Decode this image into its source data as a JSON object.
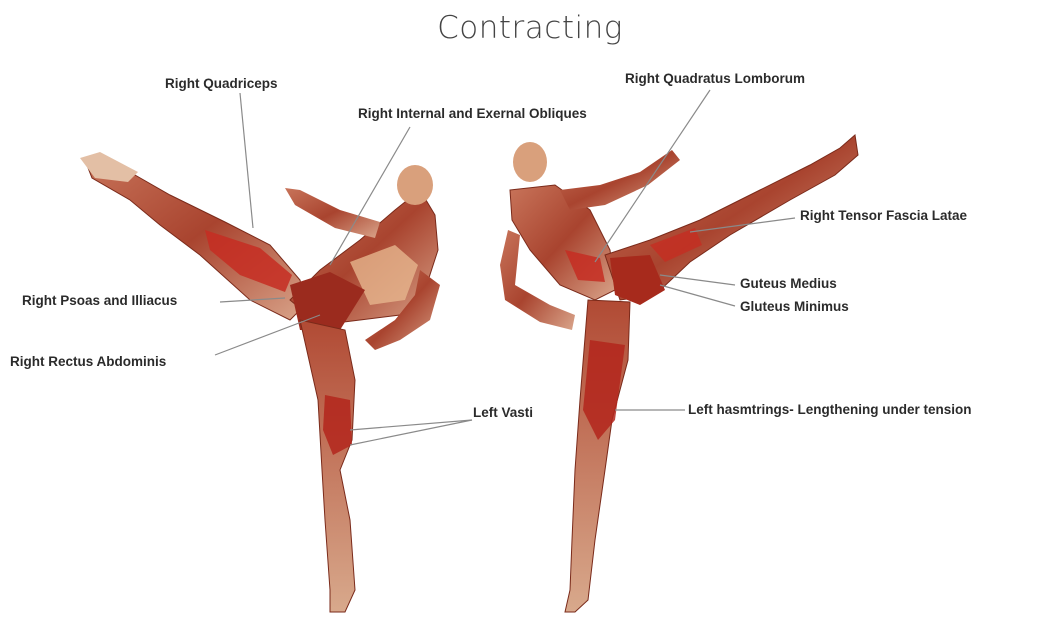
{
  "title": "Contracting",
  "labels": {
    "right_quadriceps": "Right Quadriceps",
    "right_obliques": "Right Internal and Exernal Obliques",
    "right_psoas": "Right Psoas and Illiacus",
    "right_rectus": "Right Rectus Abdominis",
    "left_vasti": "Left Vasti",
    "right_quadratus": "Right Quadratus Lomborum",
    "right_tensor": "Right Tensor Fascia Latae",
    "gluteus_medius": "Guteus Medius",
    "gluteus_minimus": "Gluteus Minimus",
    "left_hamstrings": "Left hasmtrings- Lengthening under tension"
  },
  "colors": {
    "muscle": "#b5523c",
    "muscle_dark": "#8c2a1c",
    "highlight": "#c9302a",
    "skin": "#e8cbb2",
    "leader": "#8a8a8a"
  }
}
